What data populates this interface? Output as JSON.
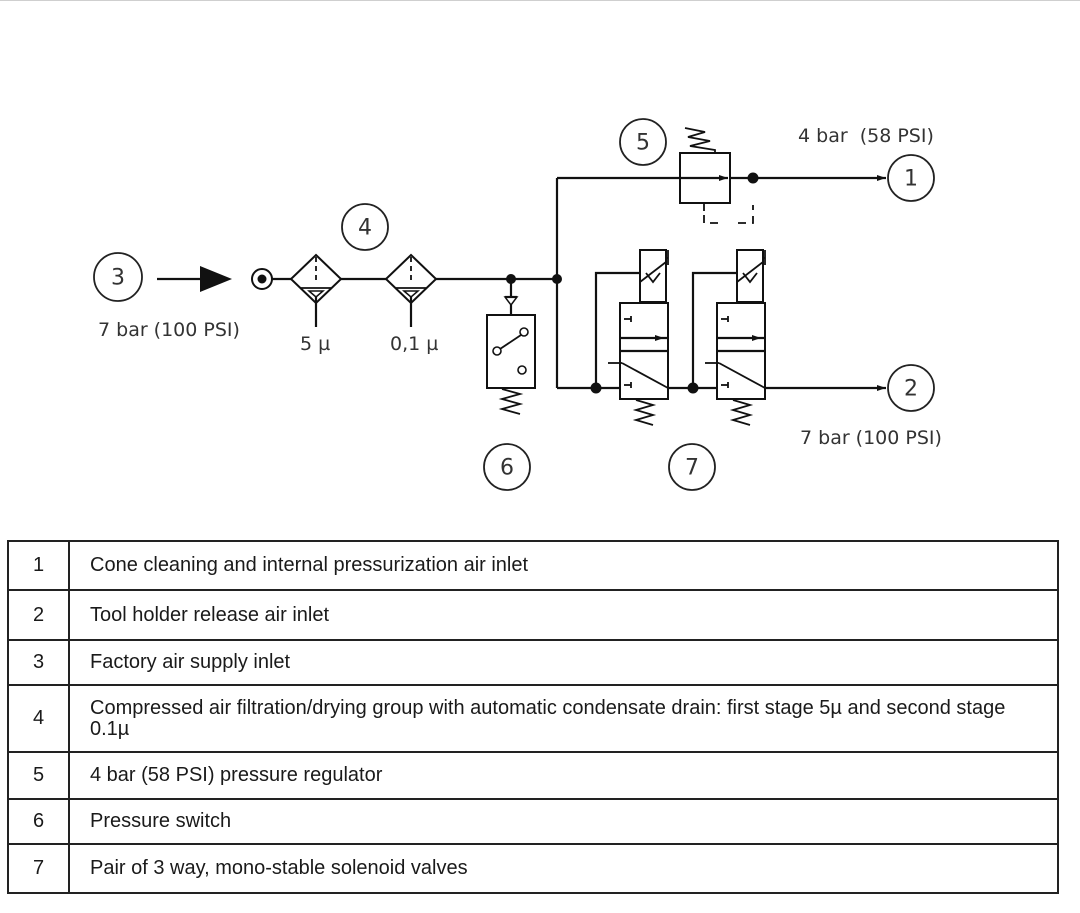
{
  "diagram": {
    "callouts": [
      "1",
      "2",
      "3",
      "4",
      "5",
      "6",
      "7"
    ],
    "labels": {
      "inlet_pressure": "7 bar (100 PSI)",
      "regulated_pressure": "4 bar  (58 PSI)",
      "outlet_2_pressure": "7 bar (100 PSI)",
      "filter_1": "5 µ",
      "filter_2": "0,1 µ"
    }
  },
  "legend": {
    "rows": [
      {
        "num": "1",
        "desc": "Cone cleaning and internal pressurization air inlet"
      },
      {
        "num": "2",
        "desc": "Tool holder release air inlet"
      },
      {
        "num": "3",
        "desc": "Factory air supply inlet"
      },
      {
        "num": "4",
        "desc": "Compressed air filtration/drying group with automatic condensate drain: first stage 5µ and second stage 0.1µ"
      },
      {
        "num": "5",
        "desc": "4 bar (58 PSI) pressure regulator"
      },
      {
        "num": "6",
        "desc": "Pressure switch"
      },
      {
        "num": "7",
        "desc": "Pair of 3 way, mono-stable solenoid valves"
      }
    ]
  }
}
